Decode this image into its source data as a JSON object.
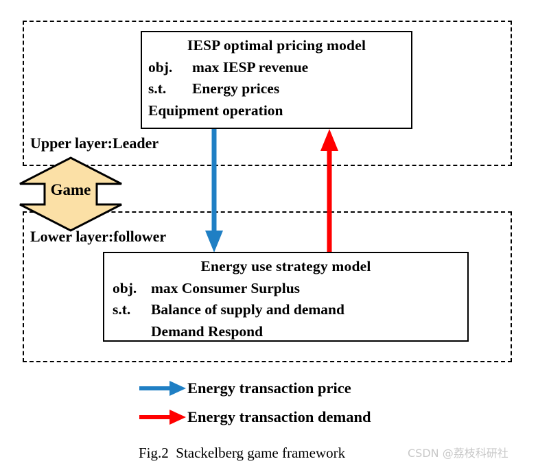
{
  "figure": {
    "caption": "Fig.2  Stackelberg game framework",
    "watermark": "CSDN @荔枝科研社"
  },
  "colors": {
    "price_arrow": "#1f7FC4",
    "demand_arrow": "#FF0000",
    "game_arrow_fill": "#FBE0A6",
    "game_arrow_stroke": "#000000",
    "box_stroke": "#000000",
    "watermark": "#C8C8C8"
  },
  "upper_layer": {
    "label": "Upper layer:Leader",
    "model": {
      "title": "IESP optimal pricing model",
      "rows": [
        {
          "key": "obj.",
          "value": "max IESP revenue"
        },
        {
          "key": "s.t.",
          "value": "Energy prices"
        },
        {
          "key": "",
          "value": "Equipment operation"
        }
      ]
    }
  },
  "lower_layer": {
    "label": "Lower layer:follower",
    "model": {
      "title": "Energy use strategy model",
      "rows": [
        {
          "key": "obj.",
          "value": "max Consumer Surplus"
        },
        {
          "key": "s.t.",
          "value": "Balance of supply and demand"
        },
        {
          "key": "",
          "value": "Demand Respond"
        }
      ]
    }
  },
  "game_connector": {
    "label": "Game",
    "icon": "double-headed-vertical-block-arrow"
  },
  "flows": [
    {
      "name": "energy-transaction-price",
      "direction": "down",
      "color": "#1f7FC4"
    },
    {
      "name": "energy-transaction-demand",
      "direction": "up",
      "color": "#FF0000"
    }
  ],
  "legend": {
    "items": [
      {
        "label": "Energy transaction price",
        "color": "#1f7FC4"
      },
      {
        "label": "Energy transaction demand",
        "color": "#FF0000"
      }
    ]
  }
}
